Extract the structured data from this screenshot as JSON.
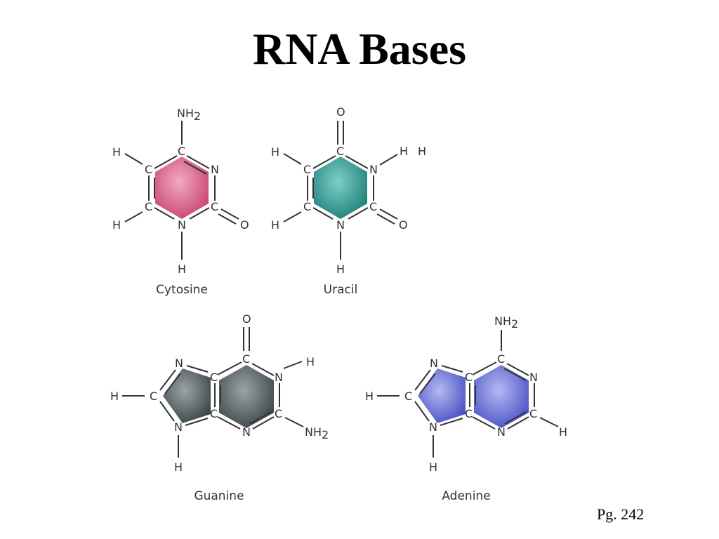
{
  "slide": {
    "title": "RNA Bases",
    "page_ref": "Pg. 242"
  },
  "colors": {
    "cytosine": "#d9608a",
    "uracil": "#2f9a94",
    "guanine": "#5c6668",
    "adenine": "#6a72d8"
  },
  "molecules": {
    "cytosine": {
      "name": "Cytosine",
      "atoms": {
        "nh2": "NH",
        "nh2_sub": "2",
        "c4": "C",
        "c5": "C",
        "c6": "C",
        "n3": "N",
        "c2": "C",
        "n1": "N",
        "o2": "O",
        "h5": "H",
        "h6": "H",
        "h1": "H"
      }
    },
    "uracil": {
      "name": "Uracil",
      "atoms": {
        "o4": "O",
        "c4": "C",
        "c5": "C",
        "c6": "C",
        "n3": "N",
        "c2": "C",
        "n1": "N",
        "o2": "O",
        "h5": "H",
        "h6": "H",
        "h3": "H",
        "h3b": "H",
        "h1": "H"
      }
    },
    "guanine": {
      "name": "Guanine",
      "atoms": {
        "o6": "O",
        "c6": "C",
        "n1": "N",
        "h1": "H",
        "c2": "C",
        "nh2": "NH",
        "nh2_sub": "2",
        "n3": "N",
        "c4": "C",
        "c5": "C",
        "n7": "N",
        "c8": "C",
        "h8": "H",
        "n9": "N",
        "h9": "H"
      }
    },
    "adenine": {
      "name": "Adenine",
      "atoms": {
        "nh2": "NH",
        "nh2_sub": "2",
        "c6": "C",
        "n1": "N",
        "c2": "C",
        "h2": "H",
        "n3": "N",
        "c4": "C",
        "c5": "C",
        "n7": "N",
        "c8": "C",
        "h8": "H",
        "n9": "N",
        "h9": "H"
      }
    }
  }
}
